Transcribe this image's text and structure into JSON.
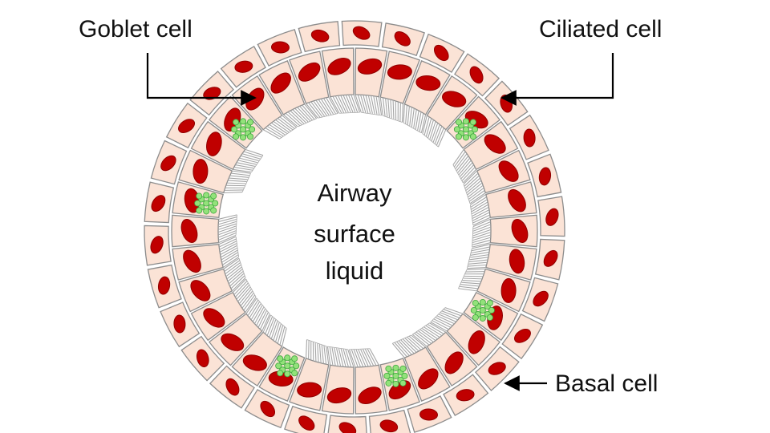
{
  "labels": {
    "goblet": "Goblet cell",
    "ciliated": "Ciliated cell",
    "basal": "Basal cell",
    "center": [
      "Airway",
      "surface",
      "liquid"
    ]
  },
  "colors": {
    "cytoplasm": "#fbe3d6",
    "cell_border": "#8c8c8c",
    "nucleus": "#c00000",
    "nucleus_edge": "#8f0000",
    "goblet_granule": "#92e27a",
    "goblet_granule_edge": "#3fa63f",
    "cilia": "#a6a6a6",
    "text": "#111111"
  },
  "icons": {
    "goblet_arrow": "arrow-right-icon",
    "ciliated_arrow": "arrow-left-icon",
    "basal_arrow": "arrow-left-icon"
  }
}
